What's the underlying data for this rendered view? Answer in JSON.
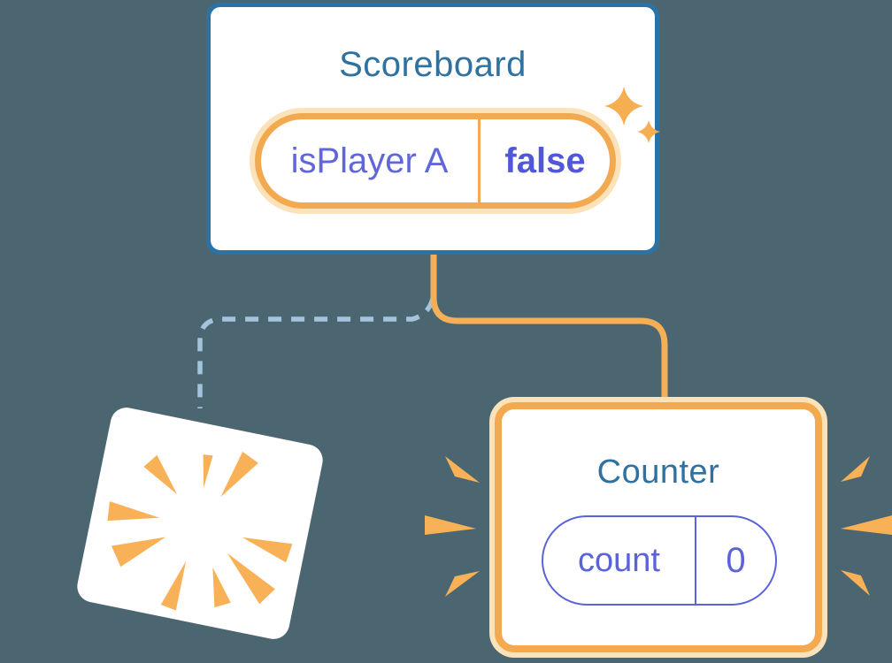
{
  "diagram": {
    "scoreboard": {
      "title": "Scoreboard",
      "state_key": "isPlayer A",
      "state_value": "false"
    },
    "counter": {
      "title": "Counter",
      "state_key": "count",
      "state_value": "0"
    },
    "icons": {
      "sparkle": "sparkle-new-state",
      "burst": "destroyed-component-poof",
      "emphasis": "new-component-emphasis-rays"
    }
  },
  "colors": {
    "background": "#4C6671",
    "card_fill": "#FFFFFF",
    "scoreboard_border": "#2B73A6",
    "component_title": "#2F719F",
    "highlight_orange": "#F2A94F",
    "highlight_orange_light": "#FBE2B8",
    "connector_orange": "#F5B057",
    "burst_orange": "#F8B156",
    "state_key_purple": "#6167DB",
    "state_value_purple": "#5058D8",
    "counter_pill_purple": "#5A63D8",
    "dashed_connector_blue": "#A3C4DC"
  }
}
